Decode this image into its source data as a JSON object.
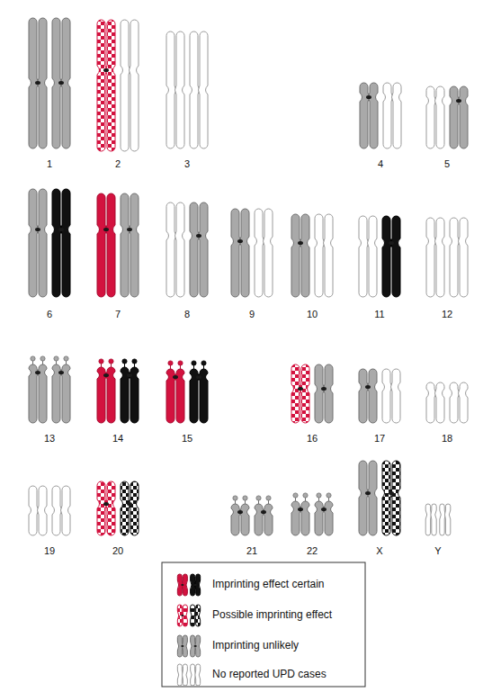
{
  "diagram": {
    "labels": [
      "1",
      "2",
      "3",
      "4",
      "5",
      "6",
      "7",
      "8",
      "9",
      "10",
      "11",
      "12",
      "13",
      "14",
      "15",
      "16",
      "17",
      "18",
      "19",
      "20",
      "21",
      "22",
      "X",
      "Y"
    ],
    "legend": [
      {
        "text": "Imprinting effect certain"
      },
      {
        "text": "Possible imprinting effect"
      },
      {
        "text": "Imprinting unlikely"
      },
      {
        "text": "No reported UPD cases"
      }
    ]
  }
}
